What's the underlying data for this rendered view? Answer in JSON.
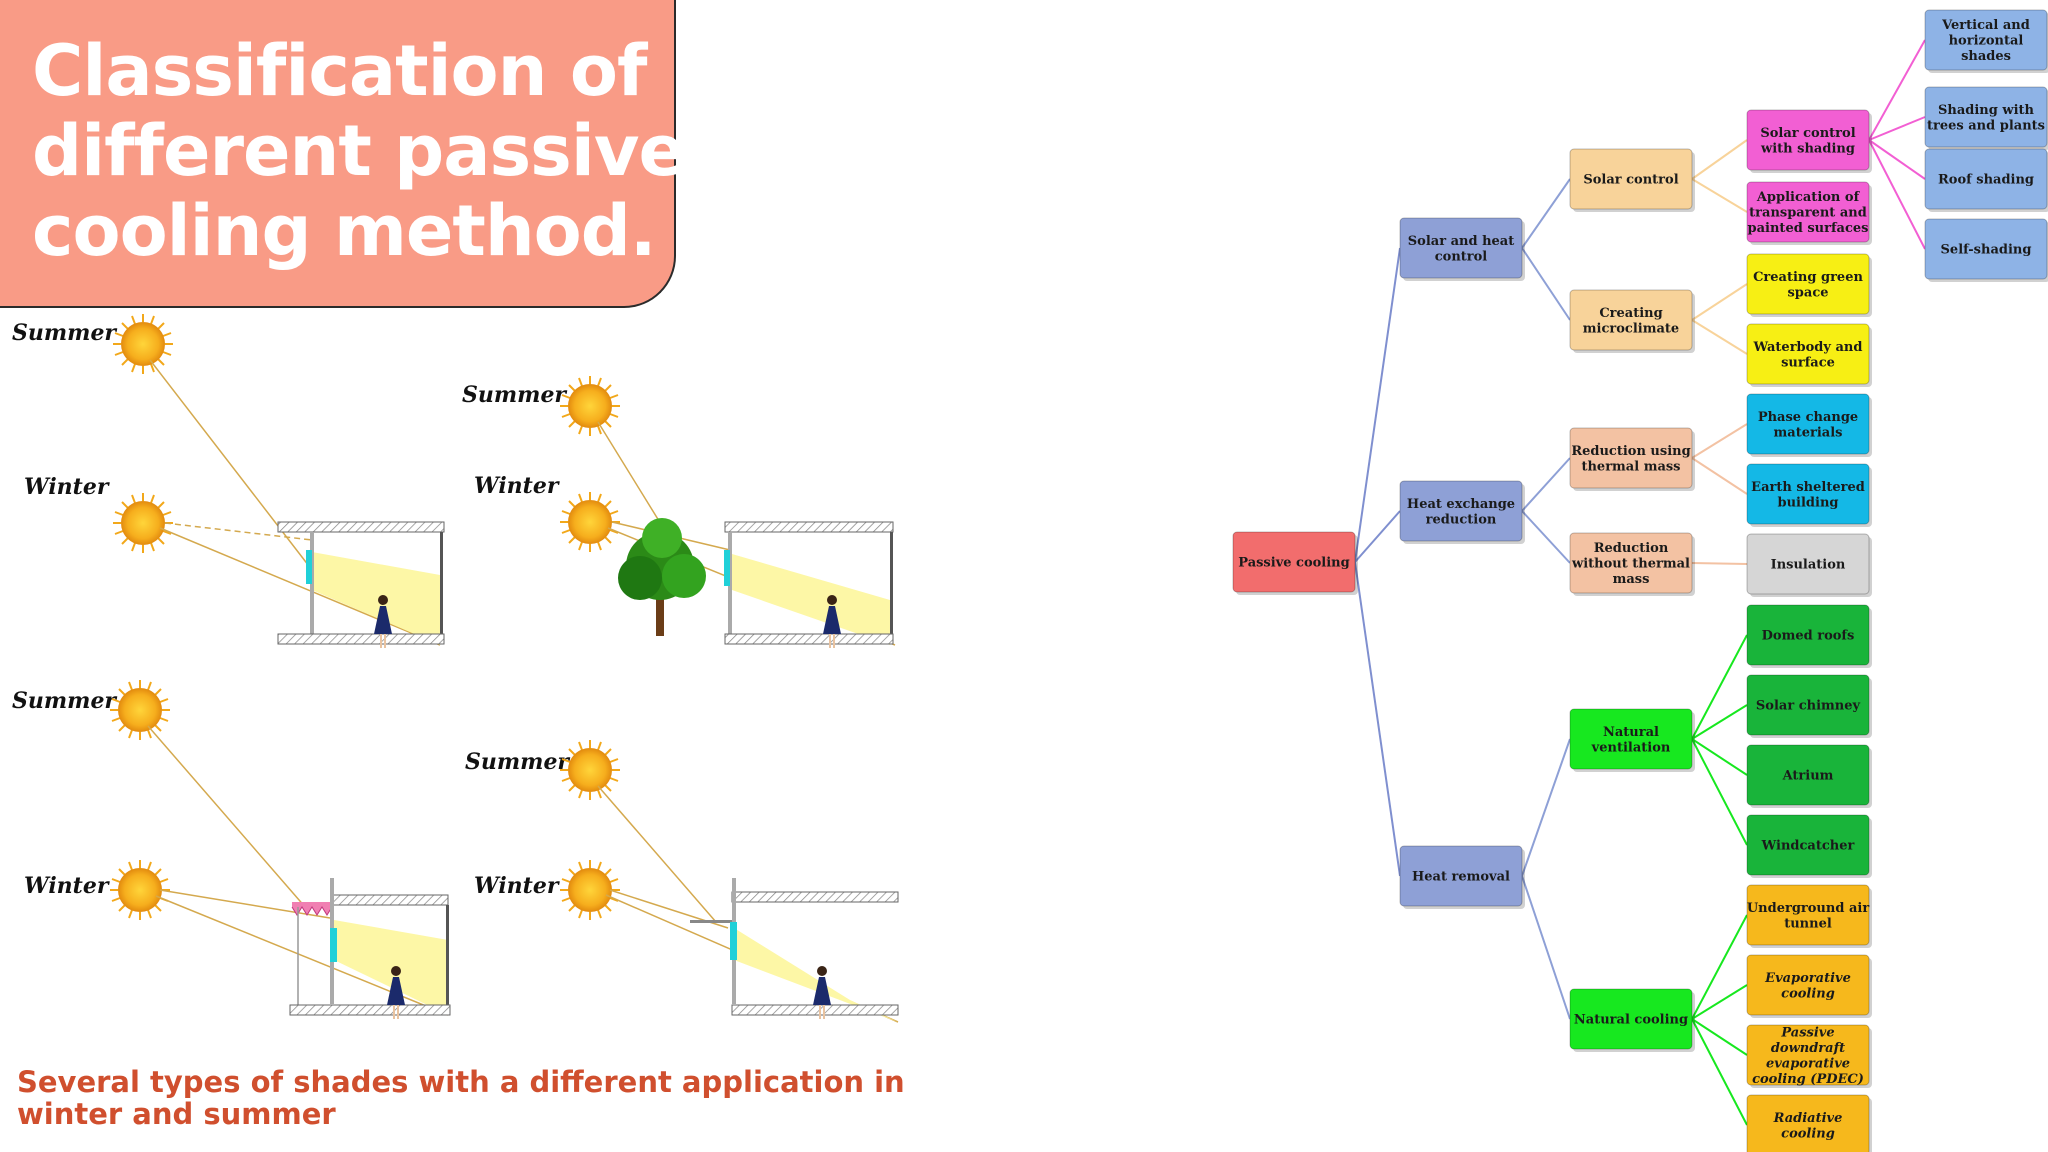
{
  "title": {
    "lines": [
      "Classification of",
      "different passive",
      "cooling method."
    ]
  },
  "caption": {
    "lines": [
      "Several types of shades with a different application in",
      "winter and summer"
    ]
  },
  "shading_figure": {
    "panels": [
      {
        "summer_label": "Summer",
        "winter_label": "Winter"
      },
      {
        "summer_label": "Summer",
        "winter_label": "Winter"
      },
      {
        "summer_label": "Summer",
        "winter_label": "Winter"
      },
      {
        "summer_label": "Summer",
        "winter_label": "Winter"
      }
    ]
  },
  "colors": {
    "title_bg": "#f99b86",
    "caption_text": "#d04f2e",
    "root": "#f26d6d",
    "blue_group": "#8ea0d6",
    "peach": "#f8d39a",
    "salmon": "#f3c2a3",
    "magenta": "#f25fd3",
    "yellow": "#f7ef14",
    "cyan": "#14b8e6",
    "gray": "#d6d6d6",
    "bright_green": "#17e81f",
    "dark_green": "#19b43a",
    "orange": "#f6b81c",
    "light_blue": "#8eb3e6"
  },
  "tree": {
    "nodes": [
      {
        "id": "root",
        "label": [
          "Passive cooling"
        ],
        "color": "root"
      },
      {
        "id": "shc",
        "label": [
          "Solar and heat",
          "control"
        ],
        "color": "blue_group"
      },
      {
        "id": "her",
        "label": [
          "Heat exchange",
          "reduction"
        ],
        "color": "blue_group"
      },
      {
        "id": "hr",
        "label": [
          "Heat removal"
        ],
        "color": "blue_group"
      },
      {
        "id": "sc",
        "label": [
          "Solar control"
        ],
        "color": "peach"
      },
      {
        "id": "cm",
        "label": [
          "Creating",
          "microclimate"
        ],
        "color": "peach"
      },
      {
        "id": "rtm",
        "label": [
          "Reduction using",
          "thermal mass"
        ],
        "color": "salmon"
      },
      {
        "id": "rwtm",
        "label": [
          "Reduction",
          "without thermal",
          "mass"
        ],
        "color": "salmon"
      },
      {
        "id": "nv",
        "label": [
          "Natural",
          "ventilation"
        ],
        "color": "bright_green"
      },
      {
        "id": "nc",
        "label": [
          "Natural cooling"
        ],
        "color": "bright_green"
      },
      {
        "id": "scs",
        "label": [
          "Solar control",
          "with shading"
        ],
        "color": "magenta"
      },
      {
        "id": "atps",
        "label": [
          "Application of",
          "transparent and",
          "painted surfaces"
        ],
        "color": "magenta"
      },
      {
        "id": "cgs",
        "label": [
          "Creating green",
          "space"
        ],
        "color": "yellow"
      },
      {
        "id": "ws",
        "label": [
          "Waterbody and",
          "surface"
        ],
        "color": "yellow"
      },
      {
        "id": "pcm",
        "label": [
          "Phase change",
          "materials"
        ],
        "color": "cyan"
      },
      {
        "id": "esb",
        "label": [
          "Earth sheltered",
          "building"
        ],
        "color": "cyan"
      },
      {
        "id": "ins",
        "label": [
          "Insulation"
        ],
        "color": "gray"
      },
      {
        "id": "dr",
        "label": [
          "Domed roofs"
        ],
        "color": "dark_green"
      },
      {
        "id": "sch",
        "label": [
          "Solar chimney"
        ],
        "color": "dark_green"
      },
      {
        "id": "atr",
        "label": [
          "Atrium"
        ],
        "color": "dark_green"
      },
      {
        "id": "wc",
        "label": [
          "Windcatcher"
        ],
        "color": "dark_green"
      },
      {
        "id": "uat",
        "label": [
          "Underground air",
          "tunnel"
        ],
        "color": "orange"
      },
      {
        "id": "evc",
        "label": [
          "Evaporative",
          "cooling"
        ],
        "color": "orange",
        "italic": true
      },
      {
        "id": "pdec",
        "label": [
          "Passive",
          "downdraft",
          "evaporative",
          "cooling (PDEC)"
        ],
        "color": "orange",
        "italic": true
      },
      {
        "id": "rc",
        "label": [
          "Radiative",
          "cooling"
        ],
        "color": "orange",
        "italic": true
      },
      {
        "id": "vhs",
        "label": [
          "Vertical and",
          "horizontal",
          "shades"
        ],
        "color": "light_blue"
      },
      {
        "id": "stp",
        "label": [
          "Shading with",
          "trees and plants"
        ],
        "color": "light_blue"
      },
      {
        "id": "rs",
        "label": [
          "Roof shading"
        ],
        "color": "light_blue"
      },
      {
        "id": "ss",
        "label": [
          "Self-shading"
        ],
        "color": "light_blue"
      }
    ],
    "edges": [
      [
        "root",
        "shc"
      ],
      [
        "root",
        "her"
      ],
      [
        "root",
        "hr"
      ],
      [
        "shc",
        "sc"
      ],
      [
        "shc",
        "cm"
      ],
      [
        "her",
        "rtm"
      ],
      [
        "her",
        "rwtm"
      ],
      [
        "hr",
        "nv"
      ],
      [
        "hr",
        "nc"
      ],
      [
        "sc",
        "scs"
      ],
      [
        "sc",
        "atps"
      ],
      [
        "cm",
        "cgs"
      ],
      [
        "cm",
        "ws"
      ],
      [
        "rtm",
        "pcm"
      ],
      [
        "rtm",
        "esb"
      ],
      [
        "rwtm",
        "ins"
      ],
      [
        "nv",
        "dr"
      ],
      [
        "nv",
        "sch"
      ],
      [
        "nv",
        "atr"
      ],
      [
        "nv",
        "wc"
      ],
      [
        "nc",
        "uat"
      ],
      [
        "nc",
        "evc"
      ],
      [
        "nc",
        "pdec"
      ],
      [
        "nc",
        "rc"
      ],
      [
        "scs",
        "vhs"
      ],
      [
        "scs",
        "stp"
      ],
      [
        "scs",
        "rs"
      ],
      [
        "scs",
        "ss"
      ]
    ]
  }
}
